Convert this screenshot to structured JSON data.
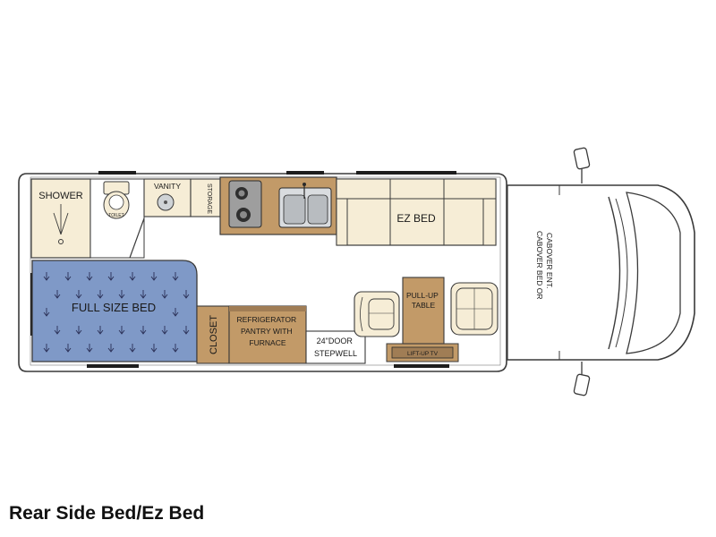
{
  "floorplan": {
    "caption": "Rear Side Bed/Ez Bed",
    "labels": {
      "shower": "SHOWER",
      "toilet": "TOILET",
      "vanity": "VANITY",
      "storage": "STORAGE",
      "ez_bed": "EZ BED",
      "full_size_bed": "FULL SIZE BED",
      "closet": "CLOSET",
      "refrigerator_line1": "REFRIGERATOR",
      "refrigerator_line2": "PANTRY WITH",
      "refrigerator_line3": "FURNACE",
      "stepwell_line1": "24\"DOOR",
      "stepwell_line2": "STEPWELL",
      "table_line1": "PULL-UP",
      "table_line2": "TABLE",
      "tv": "LIFT-UP TV",
      "cabover_line1": "CABOVER BED OR",
      "cabover_line2": "CABOVER ENT."
    },
    "colors": {
      "outline": "#3a3a3a",
      "cream": "#f6edd6",
      "bed_blue": "#7f99c7",
      "wood": "#a07d55",
      "counter": "#c29a68",
      "sink": "#cfd3d6",
      "window": "#1d1d1d",
      "cab": "#ffffff"
    }
  }
}
